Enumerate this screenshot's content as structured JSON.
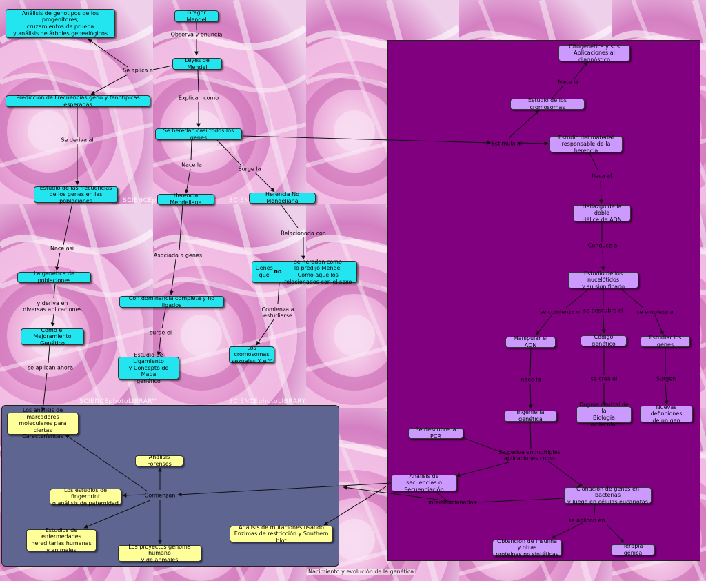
{
  "footer": "Nacimiento y evolución de la genética",
  "watermark": "SCIENCEphotoLIBRARY",
  "colors": {
    "cyan": "#22e5ef",
    "lavender": "#cc99ff",
    "yellow": "#ffff99",
    "purple_panel": "#800080",
    "slate_panel": "#5f6591"
  },
  "nodes": [
    {
      "id": "gm",
      "text": "Gregor Mendel",
      "style": "cyan"
    },
    {
      "id": "ag",
      "text": "Análisis de genotipos de los progenitores,\ncruzamientos de prueba\ny análisis de árboles genealógicos",
      "style": "cyan"
    },
    {
      "id": "lm",
      "text": "Leyes de Mendel",
      "style": "cyan"
    },
    {
      "id": "pf",
      "text": "Predicción de Frecuencias geno y fenotípicas esperadas",
      "style": "cyan"
    },
    {
      "id": "sh",
      "text": "Se heredan casi todos los genes",
      "style": "cyan"
    },
    {
      "id": "ef",
      "text": "Estudio de las frecuencias\nde los genes en las poblaciones",
      "style": "cyan"
    },
    {
      "id": "hm",
      "text": "Herencia Mendeliana",
      "style": "cyan"
    },
    {
      "id": "hn",
      "text": "Herencia No Mendeliana",
      "style": "cyan"
    },
    {
      "id": "gp",
      "text": "La genética de poblaciones",
      "style": "cyan"
    },
    {
      "id": "gn",
      "text": "Genes que no se heredan como\nlo predijo Mendel\nComo aquellos relacionados con el sexo",
      "style": "cyan"
    },
    {
      "id": "cd",
      "text": "Con dominancia completa y no ligados",
      "style": "cyan"
    },
    {
      "id": "mg",
      "text": "Como el Mejoramiento\nGenético",
      "style": "cyan"
    },
    {
      "id": "el",
      "text": "Estudio de Ligamiento\ny Concepto de Mapa\ngenético",
      "style": "cyan"
    },
    {
      "id": "cs",
      "text": "Los cromosomas\nsexuales X e Y",
      "style": "cyan"
    },
    {
      "id": "ci",
      "text": "Citogenética y sus\nAplicaciones al diagnóstico",
      "style": "lav"
    },
    {
      "id": "ec",
      "text": "Estudio de los cromosomas",
      "style": "lav"
    },
    {
      "id": "em",
      "text": "Estudio del material\nresponsable de la herencia",
      "style": "lav"
    },
    {
      "id": "hd",
      "text": "Hallazgo de la doble\nHélice de ADN",
      "style": "lav"
    },
    {
      "id": "en",
      "text": "Estudio de los nucelótidos\ny su significado",
      "style": "lav"
    },
    {
      "id": "ma",
      "text": "Manipular el ADN",
      "style": "lav"
    },
    {
      "id": "cg",
      "text": "Código genético",
      "style": "lav"
    },
    {
      "id": "eg",
      "text": "Estudiar los genes",
      "style": "lav"
    },
    {
      "id": "ig",
      "text": "Ingeniería genética",
      "style": "lav"
    },
    {
      "id": "dc",
      "text": "Dogma central de la\nBiología molecular",
      "style": "lav"
    },
    {
      "id": "nd",
      "text": "Nuevas definciones\nde un gen",
      "style": "lav"
    },
    {
      "id": "pcr",
      "text": "Se descubre la PCR",
      "style": "lav"
    },
    {
      "id": "as",
      "text": "Análisis de secuencias o\nSecuenciación",
      "style": "lav"
    },
    {
      "id": "cl",
      "text": "Clonación de genes en bacterias\ny luego en células  eucariotas",
      "style": "lav"
    },
    {
      "id": "oi",
      "text": "Obtención de insulina y otras\nproteínas no sintéticas",
      "style": "lav"
    },
    {
      "id": "tg",
      "text": "Terapia génica",
      "style": "lav"
    },
    {
      "id": "lam",
      "text": "Los análisis de marcadores\nmoleculares para ciertas\nCaracterísticas",
      "style": "yel"
    },
    {
      "id": "af",
      "text": "Análisis Forenses",
      "style": "yel"
    },
    {
      "id": "fp",
      "text": "Los estudios de fingerprint\no análisis de paternidad",
      "style": "yel"
    },
    {
      "id": "am",
      "text": "Análisis de mutaciones usando\nEnzimas de restricción  y Southern blot",
      "style": "yel"
    },
    {
      "id": "eh",
      "text": "Estudios de enfermedades\nhereditarias humanas\ny animales",
      "style": "yel"
    },
    {
      "id": "pg",
      "text": "Los proyectos genoma humano\ny de anmales",
      "style": "yel"
    }
  ],
  "links": [
    {
      "id": "l_oe",
      "text": "Observa y enuncia"
    },
    {
      "id": "l_sa",
      "text": "Se aplica a"
    },
    {
      "id": "l_ec",
      "text": "Explican como"
    },
    {
      "id": "l_sd",
      "text": "Se deriva al"
    },
    {
      "id": "l_nl",
      "text": "Nace la"
    },
    {
      "id": "l_sl",
      "text": "Surge la"
    },
    {
      "id": "l_na",
      "text": "Nace asi"
    },
    {
      "id": "l_ag",
      "text": "Asociada a genes"
    },
    {
      "id": "l_rc",
      "text": "Relacionada con"
    },
    {
      "id": "l_yd",
      "text": "y deriva en\ndiversas aplicaciones"
    },
    {
      "id": "l_ce",
      "text": "Comienza a\nestudiarse"
    },
    {
      "id": "l_se",
      "text": "surge el"
    },
    {
      "id": "l_sap",
      "text": "se aplican ahora"
    },
    {
      "id": "l_es",
      "text": "Estimula al"
    },
    {
      "id": "l_nal",
      "text": "Nace la"
    },
    {
      "id": "l_lal",
      "text": "lleva al"
    },
    {
      "id": "l_co",
      "text": "Conduce a"
    },
    {
      "id": "l_sc",
      "text": "se comienza o"
    },
    {
      "id": "l_sde",
      "text": "se descubre el"
    },
    {
      "id": "l_sem",
      "text": "se empieza a"
    },
    {
      "id": "l_nace",
      "text": "nace la"
    },
    {
      "id": "l_scr",
      "text": "se crea el"
    },
    {
      "id": "l_su",
      "text": "Surgen"
    },
    {
      "id": "l_sdm",
      "text": "Se deriva en multiples\naplicaciones como"
    },
    {
      "id": "l_int",
      "text": "interrelacionadas"
    },
    {
      "id": "l_sapen",
      "text": "se aplican en"
    },
    {
      "id": "l_com",
      "text": "Comienzan"
    }
  ]
}
